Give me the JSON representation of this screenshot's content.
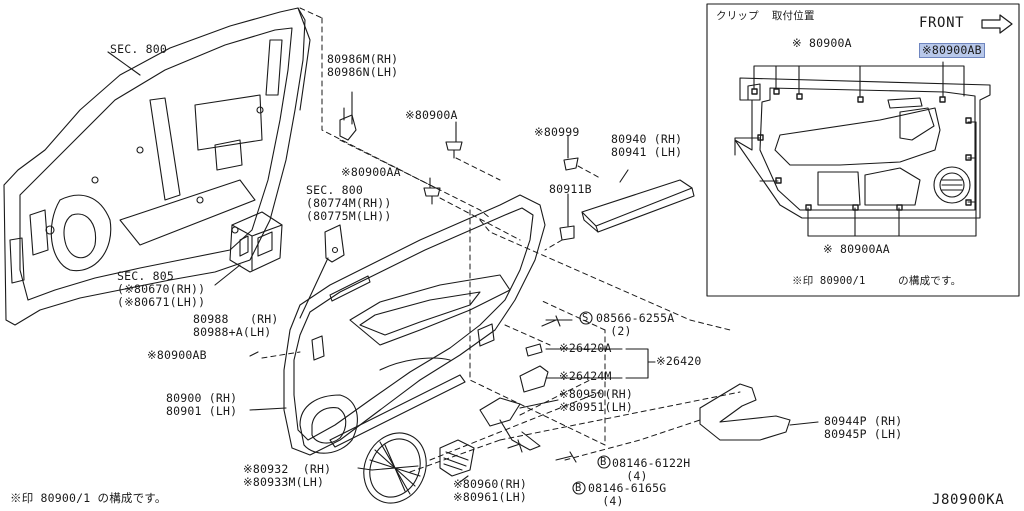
{
  "labels": {
    "sec800_top": "SEC. 800",
    "p80986": "80986M(RH)\n80986N(LH)",
    "p80900a": "※80900A",
    "p80999": "※80999",
    "p80940": "80940 (RH)\n80941 (LH)",
    "p80900aa": "※80900AA",
    "sec800_mid": "SEC. 800\n(80774M(RH))\n(80775M(LH))",
    "p80911b": "80911B",
    "sec805": "SEC. 805\n(※80670(RH))\n(※80671(LH))",
    "p80988": "80988   (RH)\n80988+A(LH)",
    "p08566": "08566-6255A\n  (2)",
    "p80900ab": "※80900AB",
    "p26420a": "※26420A",
    "p26420": "※26420",
    "p26424m": "※26424M",
    "p80900": "80900 (RH)\n80901 (LH)",
    "p80950": "※80950(RH)\n※80951(LH)",
    "p80944": "80944P (RH)\n80945P (LH)",
    "p80932": "※80932  (RH)\n※80933M(LH)",
    "p08146a": "08146-6122H\n  (4)",
    "p80960": "※80960(RH)\n※80961(LH)",
    "p08146b": "08146-6165G\n  (4)",
    "footnote": "※印 80900/1 の構成です。",
    "diagram_id": "J80900KA",
    "circle_s": "S",
    "circle_b1": "B",
    "circle_b2": "B"
  },
  "inset": {
    "title": "クリップ  取付位置",
    "front": "FRONT",
    "clip_a": "※ 80900A",
    "clip_ab": "※80900AB",
    "clip_aa": "※ 80900AA",
    "note": "※印 80900/1     の構成です。"
  },
  "colors": {
    "line": "#1a1a1a",
    "highlight": "#b8c8ea"
  }
}
